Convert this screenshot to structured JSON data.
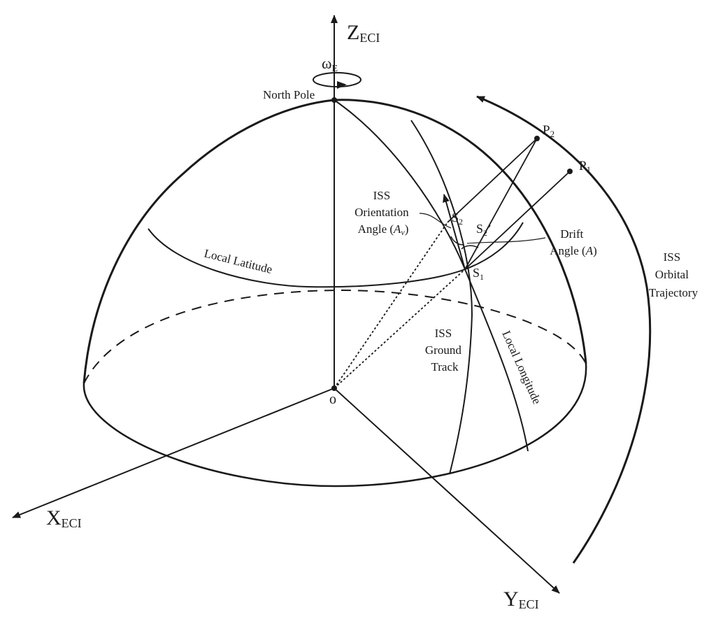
{
  "labels": {
    "z_axis": {
      "main": "Z",
      "sub": "ECI"
    },
    "x_axis": {
      "main": "X",
      "sub": "ECI"
    },
    "y_axis": {
      "main": "Y",
      "sub": "ECI"
    },
    "omega": {
      "main": "ω",
      "sub": "E"
    },
    "north_pole": "North Pole",
    "origin": "o",
    "p1": {
      "main": "P",
      "sub": "1"
    },
    "p2": {
      "main": "P",
      "sub": "2"
    },
    "s1": {
      "main": "S",
      "sub": "1"
    },
    "s2": {
      "main": "S",
      "sub": "2"
    },
    "s2_prime": {
      "main": "S",
      "sub": "2",
      "suffix": "’"
    },
    "orientation": {
      "line1": "ISS",
      "line2": "Orientation",
      "line3_prefix": "Angle (",
      "line3_var": "A",
      "line3_sub": "v",
      "line3_suffix": ")"
    },
    "drift": {
      "line1": "Drift",
      "line2_prefix": "Angle (",
      "line2_var": "A",
      "line2_suffix": ")"
    },
    "local_latitude": "Local Latitude",
    "local_longitude": "Local Longitude",
    "ground_track": {
      "line1": "ISS",
      "line2": "Ground",
      "line3": "Track"
    },
    "orbital_trajectory": {
      "line1": "ISS",
      "line2": "Orbital",
      "line3": "Trajectory"
    }
  }
}
